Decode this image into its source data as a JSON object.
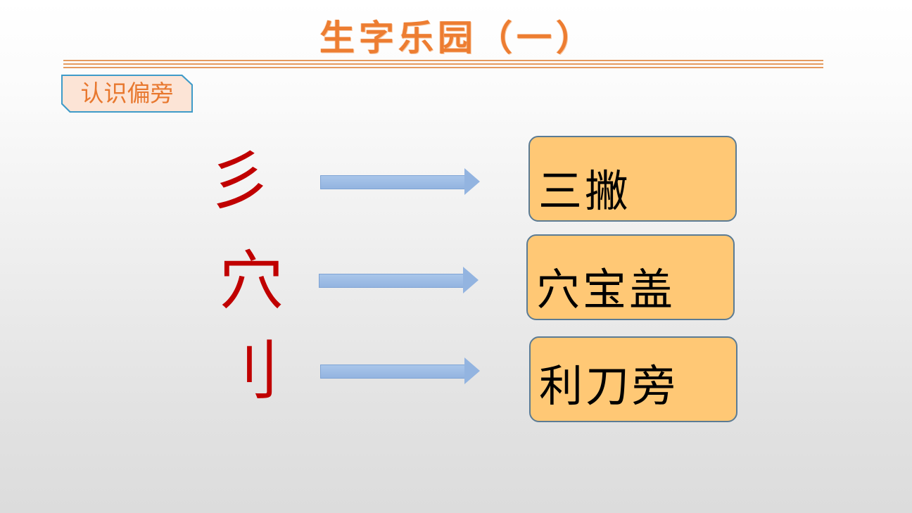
{
  "slide": {
    "title": "生字乐园（一）",
    "section_label": "认识偏旁",
    "colors": {
      "title": "#ED7D31",
      "label_text": "#E8782F",
      "label_fill": "#FCE4D6",
      "label_border": "#3E9BC9",
      "radical": "#C00000",
      "arrow": "#93B4E0",
      "box_fill": "#FFC875",
      "box_border": "#5B7B94"
    },
    "rows": [
      {
        "radical": "彡",
        "answer": "三撇"
      },
      {
        "radical": "穴",
        "answer": "穴宝盖"
      },
      {
        "radical": "刂",
        "answer": "利刀旁"
      }
    ]
  }
}
